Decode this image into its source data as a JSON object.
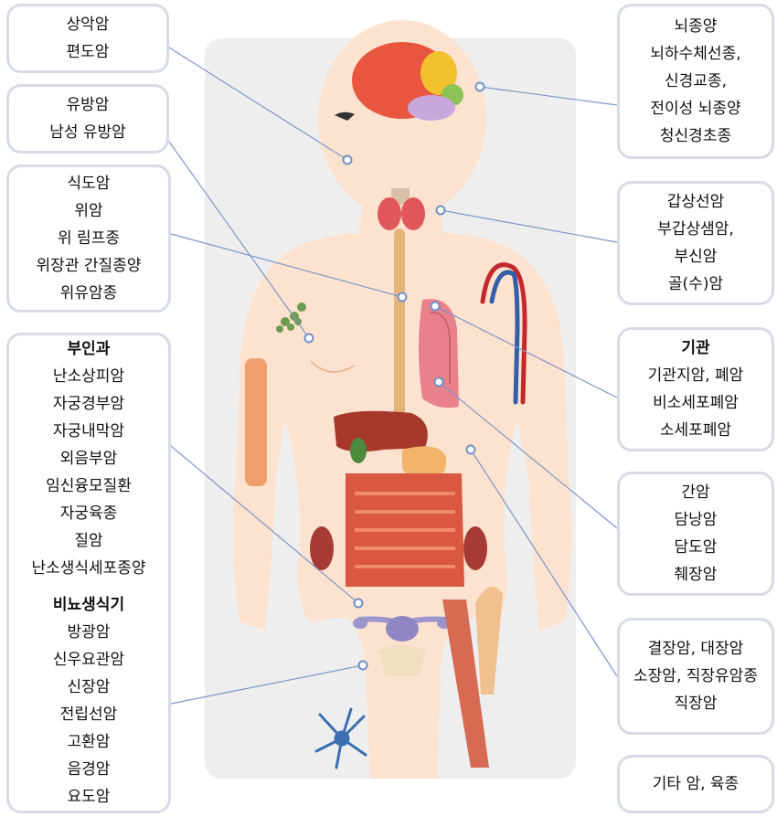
{
  "colors": {
    "box_border": "#d6dbe7",
    "leader_line": "#7f96c6",
    "skin": "#fde3cf",
    "panel": "#eeeeee"
  },
  "boxes": {
    "head_neck": [
      "상악암",
      "편도암"
    ],
    "breast": [
      "유방암",
      "남성 유방암"
    ],
    "gi_upper": [
      "식도암",
      "위암",
      "위 림프종",
      "위장관 간질종양",
      "위유암종"
    ],
    "gyn_title": "부인과",
    "gyn": [
      "난소상피암",
      "자궁경부암",
      "자궁내막암",
      "외음부암",
      "임신융모질환",
      "자궁육종",
      "질암",
      "난소생식세포종양"
    ],
    "uro_title": "비뇨생식기",
    "uro": [
      "방광암",
      "신우요관암",
      "신장암",
      "전립선암",
      "고환암",
      "음경암",
      "요도암"
    ],
    "brain": [
      "뇌종양",
      "뇌하수체선종,",
      "신경교종,",
      "전이성 뇌종양",
      "청신경초종"
    ],
    "endocrine": [
      "갑상선암",
      "부갑상샘암,",
      "부신암",
      "골(수)암"
    ],
    "lung_title": "기관",
    "lung": [
      "기관지암, 폐암",
      "비소세포폐암",
      "소세포폐암"
    ],
    "liver": [
      "간암",
      "담낭암",
      "담도암",
      "췌장암"
    ],
    "colon": [
      "결장암, 대장암",
      "소장암, 직장유암종",
      "직장암"
    ],
    "other": [
      "기타 암, 육종"
    ]
  }
}
